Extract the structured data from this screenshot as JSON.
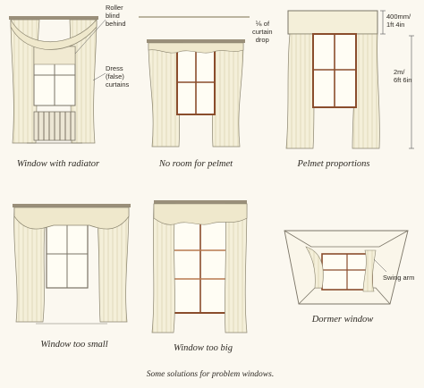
{
  "captions": {
    "radiator": "Window with radiator",
    "no_pelmet": "No room for pelmet",
    "pelmet_prop": "Pelmet proportions",
    "too_small": "Window too small",
    "too_big": "Window too big",
    "dormer": "Dormer window",
    "figure": "Some solutions for problem windows."
  },
  "annotations": {
    "roller_blind": [
      "Roller",
      "blind",
      "behind"
    ],
    "dress_curtains": [
      "Dress",
      "(false)",
      "curtains"
    ],
    "curtain_drop": [
      "⅙ of",
      "curtain",
      "drop"
    ],
    "pelmet_height": [
      "400mm/",
      "1ft 4in"
    ],
    "drop_height": [
      "2m/",
      "6ft 6in"
    ],
    "swing_arm": "Swing arm"
  },
  "colors": {
    "fabric": "#f4efd9",
    "fabric_shadow": "#d9d1ad",
    "frame_wood": "#8a4d2c",
    "frame_inner": "#b9794e",
    "line": "#7a7466",
    "sky": "#fffdf4"
  }
}
